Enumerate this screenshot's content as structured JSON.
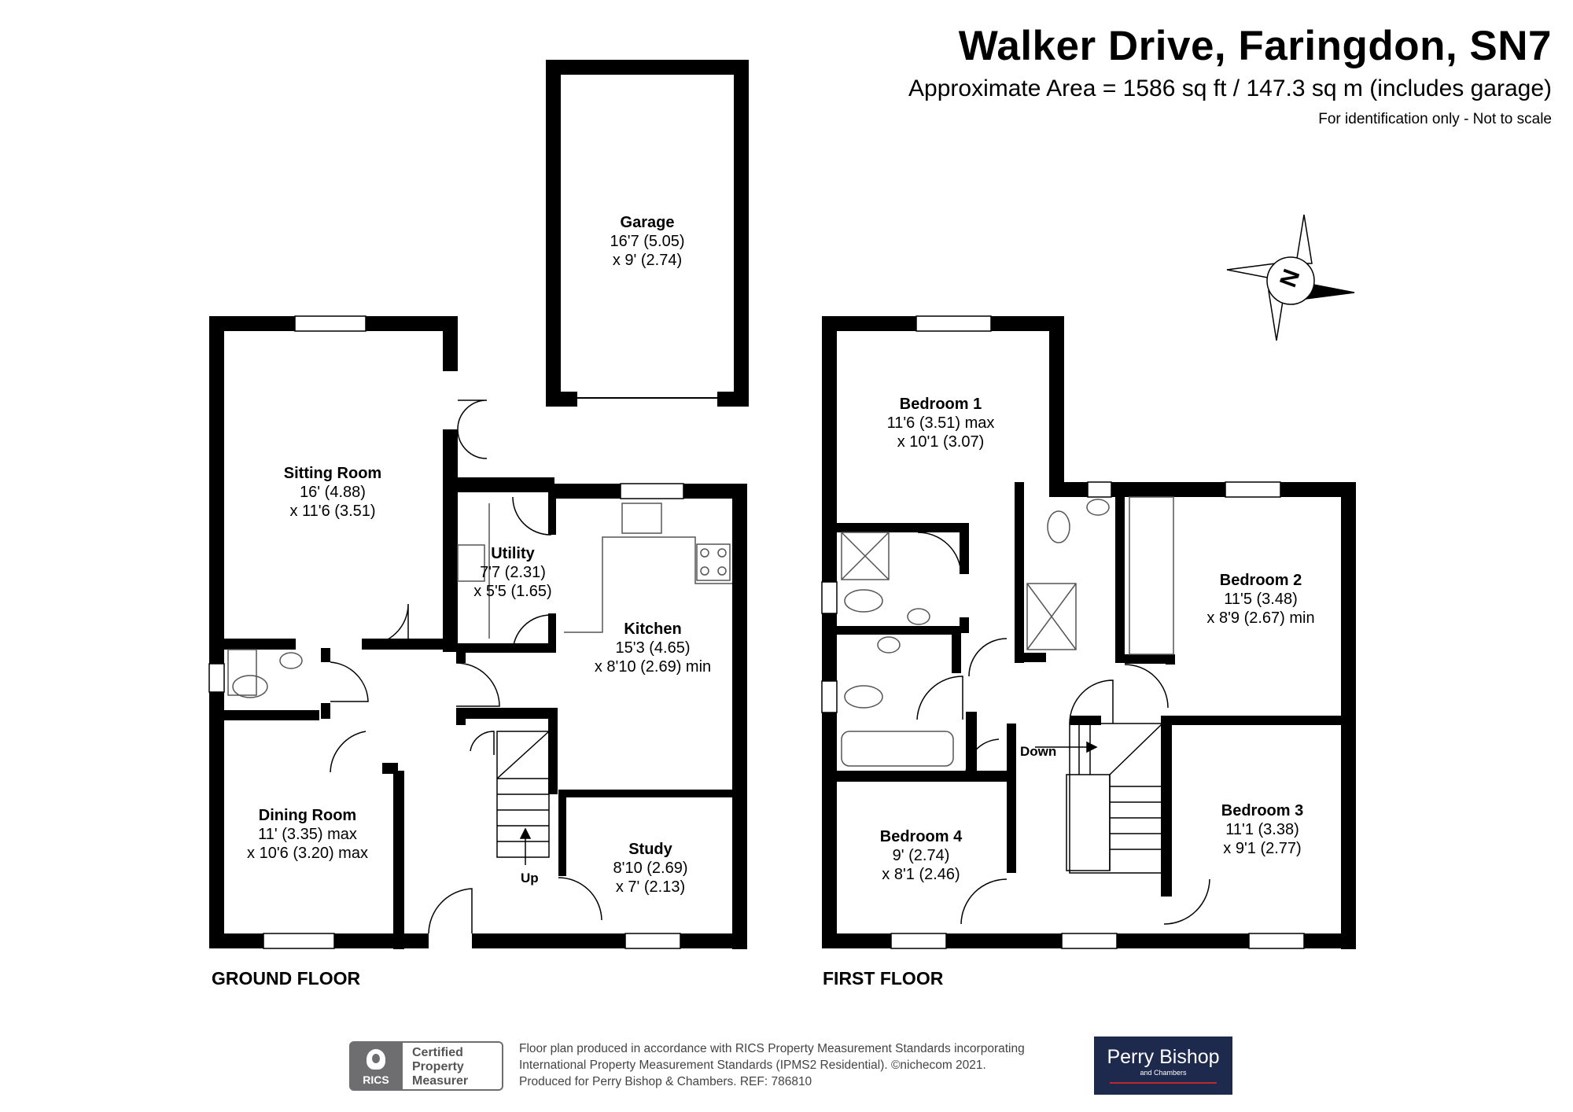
{
  "header": {
    "title": "Walker Drive, Faringdon, SN7",
    "area": "Approximate Area = 1586 sq ft / 147.3 sq m (includes garage)",
    "note": "For identification only - Not to scale"
  },
  "compass": {
    "letter": "N"
  },
  "ground_floor": {
    "label": "GROUND FLOOR",
    "stairs_label": "Up",
    "rooms": [
      {
        "name": "Garage",
        "dims": [
          "16'7 (5.05)",
          "x 9' (2.74)"
        ]
      },
      {
        "name": "Sitting Room",
        "dims": [
          "16' (4.88)",
          "x 11'6 (3.51)"
        ]
      },
      {
        "name": "Utility",
        "dims": [
          "7'7 (2.31)",
          "x 5'5 (1.65)"
        ]
      },
      {
        "name": "Kitchen",
        "dims": [
          "15'3 (4.65)",
          "x 8'10 (2.69) min"
        ]
      },
      {
        "name": "Dining Room",
        "dims": [
          "11' (3.35) max",
          "x 10'6 (3.20) max"
        ]
      },
      {
        "name": "Study",
        "dims": [
          "8'10 (2.69)",
          "x 7' (2.13)"
        ]
      }
    ]
  },
  "first_floor": {
    "label": "FIRST FLOOR",
    "stairs_label": "Down",
    "rooms": [
      {
        "name": "Bedroom 1",
        "dims": [
          "11'6 (3.51) max",
          "x 10'1 (3.07)"
        ]
      },
      {
        "name": "Bedroom 2",
        "dims": [
          "11'5 (3.48)",
          "x 8'9 (2.67) min"
        ]
      },
      {
        "name": "Bedroom 3",
        "dims": [
          "11'1 (3.38)",
          "x 9'1 (2.77)"
        ]
      },
      {
        "name": "Bedroom 4",
        "dims": [
          "9' (2.74)",
          "x 8'1 (2.46)"
        ]
      }
    ]
  },
  "footer": {
    "rics_logo": "RICS",
    "rics_badge": [
      "Certified",
      "Property",
      "Measurer"
    ],
    "text_lines": [
      "Floor plan produced in accordance with RICS Property Measurement Standards incorporating",
      "International Property Measurement Standards (IPMS2 Residential).  ©nichecom 2021.",
      "Produced for Perry Bishop & Chambers.   REF:  786810"
    ],
    "brand_name": "Perry Bishop",
    "brand_sub": "and Chambers"
  },
  "colors": {
    "wall": "#000000",
    "fixture": "#555555",
    "brand_bg": "#1d2a4d",
    "brand_accent": "#c0272d",
    "rics_grey": "#6e6e70"
  }
}
